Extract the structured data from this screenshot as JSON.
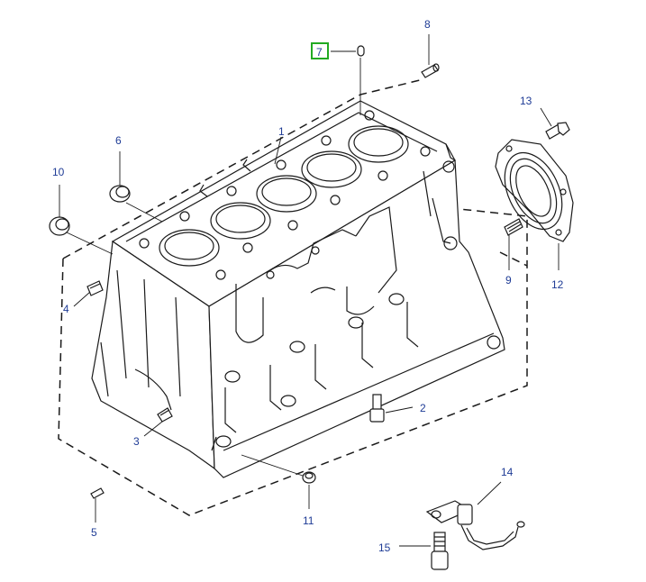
{
  "colors": {
    "callout_text": "#1f3c96",
    "leader_line": "#1a1a1a",
    "highlight_box": "#22aa22"
  },
  "callouts": [
    {
      "id": "1",
      "label": "1"
    },
    {
      "id": "2",
      "label": "2"
    },
    {
      "id": "3",
      "label": "3"
    },
    {
      "id": "4",
      "label": "4"
    },
    {
      "id": "5",
      "label": "5"
    },
    {
      "id": "6",
      "label": "6"
    },
    {
      "id": "7",
      "label": "7",
      "highlighted": true
    },
    {
      "id": "8",
      "label": "8"
    },
    {
      "id": "9",
      "label": "9"
    },
    {
      "id": "10",
      "label": "10"
    },
    {
      "id": "11",
      "label": "11"
    },
    {
      "id": "12",
      "label": "12"
    },
    {
      "id": "13",
      "label": "13"
    },
    {
      "id": "14",
      "label": "14"
    },
    {
      "id": "15",
      "label": "15"
    }
  ]
}
